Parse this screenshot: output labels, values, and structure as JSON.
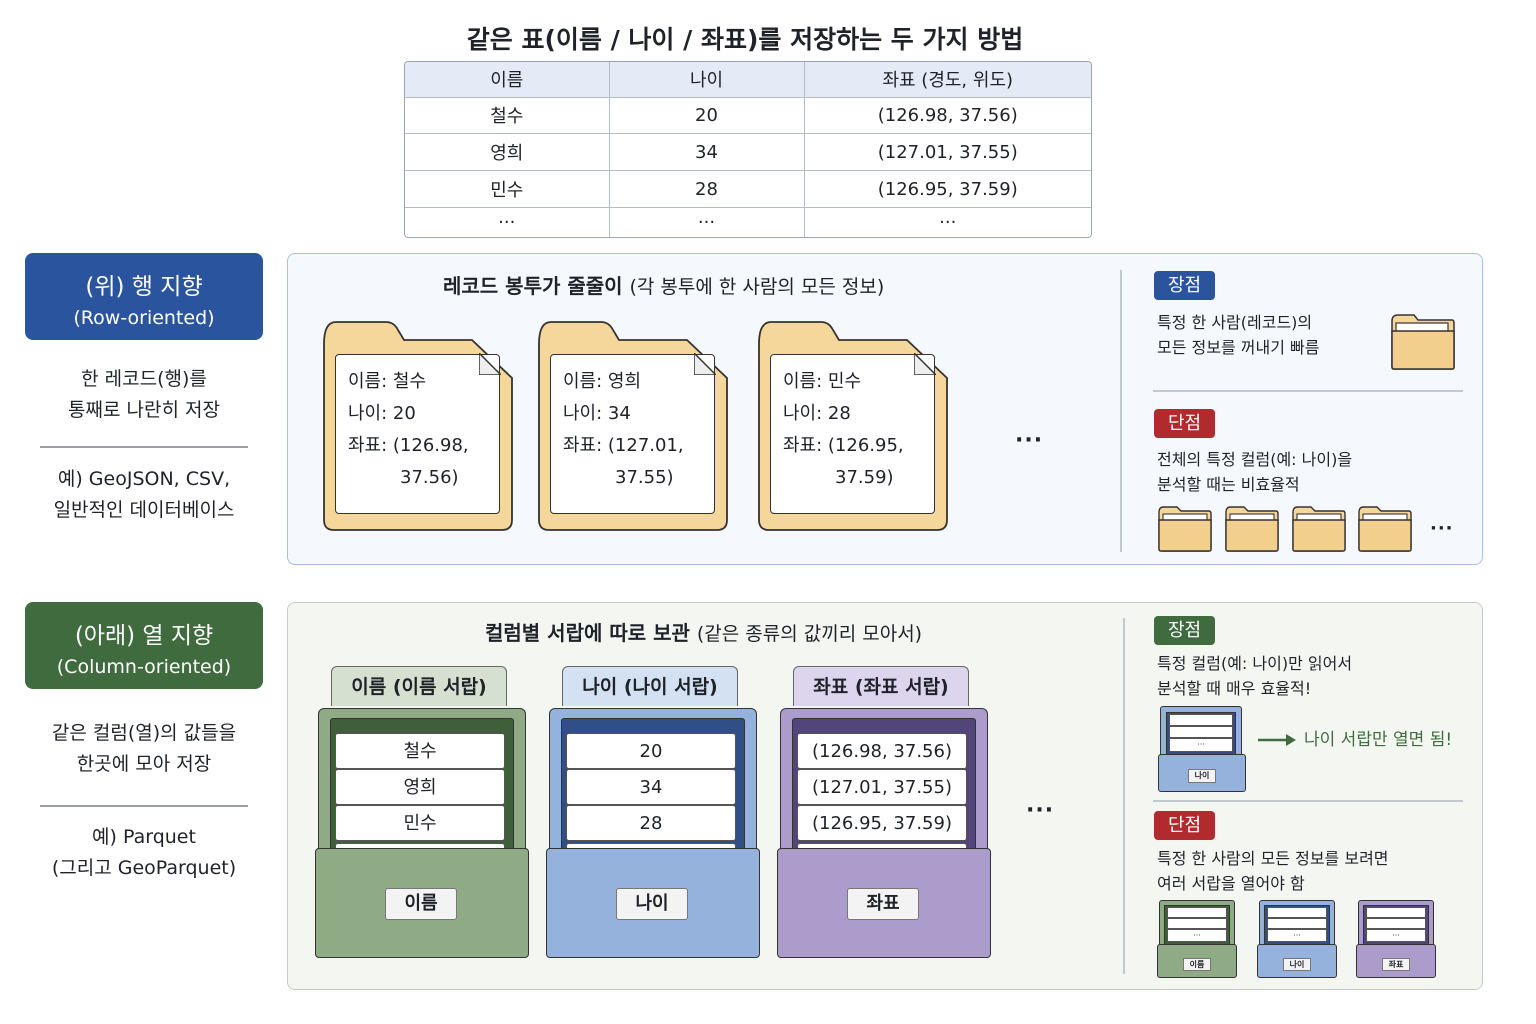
{
  "title": "같은 표(이름 / 나이 / 좌표)를 저장하는 두 가지 방법",
  "table": {
    "headers": [
      "이름",
      "나이",
      "좌표 (경도, 위도)"
    ],
    "rows": [
      [
        "철수",
        "20",
        "(126.98, 37.56)"
      ],
      [
        "영희",
        "34",
        "(127.01, 37.55)"
      ],
      [
        "민수",
        "28",
        "(126.95, 37.59)"
      ],
      [
        "···",
        "···",
        "···"
      ]
    ]
  },
  "row_section": {
    "tag_line1": "(위) 행 지향",
    "tag_line2": "(Row-oriented)",
    "desc_line1": "한 레코드(행)를",
    "desc_line2": "통째로 나란히 저장",
    "example_line1": "예) GeoJSON, CSV,",
    "example_line2": "일반적인 데이터베이스",
    "subtitle_bold": "레코드 봉투가 줄줄이",
    "subtitle_light": "(각 봉투에 한 사람의 모든 정보)",
    "folders": [
      {
        "name": "이름: 철수",
        "age": "나이: 20",
        "coord1": "좌표: (126.98,",
        "coord2": "37.56)"
      },
      {
        "name": "이름: 영희",
        "age": "나이: 34",
        "coord1": "좌표: (127.01,",
        "coord2": "37.55)"
      },
      {
        "name": "이름: 민수",
        "age": "나이: 28",
        "coord1": "좌표: (126.95,",
        "coord2": "37.59)"
      }
    ],
    "ellipsis": "···",
    "pro_badge": "장점",
    "pro_line1": "특정 한 사람(레코드)의",
    "pro_line2": "모든 정보를 꺼내기 빠름",
    "con_badge": "단점",
    "con_line1": "전체의 특정 컬럼(예: 나이)을",
    "con_line2": "분석할 때는 비효율적",
    "con_ellipsis": "···"
  },
  "col_section": {
    "tag_line1": "(아래) 열 지향",
    "tag_line2": "(Column-oriented)",
    "desc_line1": "같은 컬럼(열)의 값들을",
    "desc_line2": "한곳에 모아 저장",
    "example_line1": "예) Parquet",
    "example_line2": "(그리고 GeoParquet)",
    "subtitle_bold": "컬럼별 서랍에 따로 보관",
    "subtitle_light": "(같은 종류의 값끼리 모아서)",
    "drawers": [
      {
        "label": "이름 (이름 서랍)",
        "plate": "이름",
        "cards": [
          "철수",
          "영희",
          "민수",
          "···"
        ]
      },
      {
        "label": "나이 (나이 서랍)",
        "plate": "나이",
        "cards": [
          "20",
          "34",
          "28",
          "···"
        ]
      },
      {
        "label": "좌표 (좌표 서랍)",
        "plate": "좌표",
        "cards": [
          "(126.98, 37.56)",
          "(127.01, 37.55)",
          "(126.95, 37.59)",
          "···"
        ]
      }
    ],
    "ellipsis": "···",
    "pro_badge": "장점",
    "pro_line1": "특정 컬럼(예: 나이)만 읽어서",
    "pro_line2": "분석할 때 매우 효율적!",
    "pro_arrow_text": "나이 서랍만 열면 됨!",
    "pro_mini_plate": "나이",
    "con_badge": "단점",
    "con_line1": "특정 한 사람의 모든 정보를 보려면",
    "con_line2": "여러 서랍을 열어야 함",
    "con_mini_plates": [
      "이름",
      "나이",
      "좌표"
    ],
    "mini_dots": "···"
  },
  "colors": {
    "blue": "#2b549f",
    "green": "#3f6b3f",
    "red": "#b02a2e",
    "folder": "#f6d79b",
    "drawer_green": "#8fab86",
    "drawer_blue": "#94b2dc",
    "drawer_purple": "#ab9ccc"
  }
}
